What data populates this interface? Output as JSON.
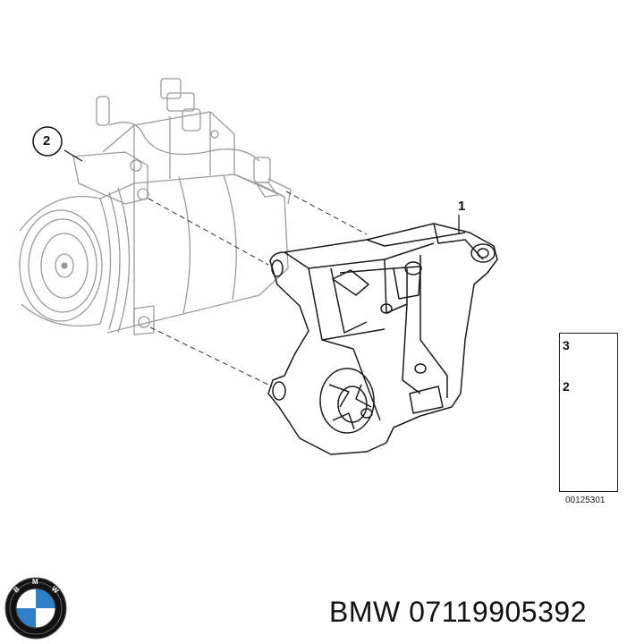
{
  "diagram": {
    "callouts": {
      "bracket_number": "1",
      "compressor_number": "2"
    },
    "legend": {
      "item_top_number": "3",
      "item_bottom_number": "2"
    },
    "reference_code": "00125301"
  },
  "footer": {
    "brand": "BMW",
    "part_number": "07119905392",
    "caption": "BMW 07119905392"
  },
  "colors": {
    "line_light": "#9a9a9a",
    "line_dark": "#1a1a1a",
    "bmw_blue": "#2f7fc8",
    "bmw_black": "#111111"
  },
  "icons": [
    "bmw-logo-icon",
    "arrow-right-icon",
    "bolt-icon"
  ]
}
